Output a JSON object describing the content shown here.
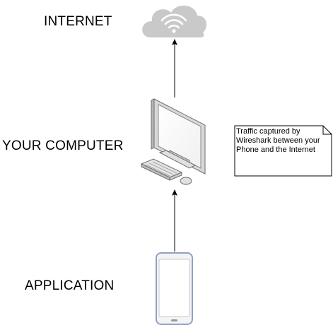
{
  "labels": {
    "internet": "INTERNET",
    "your_computer": "YOUR COMPUTER",
    "application": "APPLICATION"
  },
  "note": {
    "lines": [
      "Traffic captured by",
      "Wireshark between your",
      "Phone and the Internet"
    ]
  },
  "icons": {
    "internet": "cloud-wifi-icon",
    "computer": "desktop-computer-icon",
    "phone": "smartphone-icon"
  },
  "colors": {
    "cloud": "#c9c9c9",
    "computer_frame": "#d4d4d4",
    "phone_outline": "#8ea1c4",
    "arrow": "#000000"
  }
}
